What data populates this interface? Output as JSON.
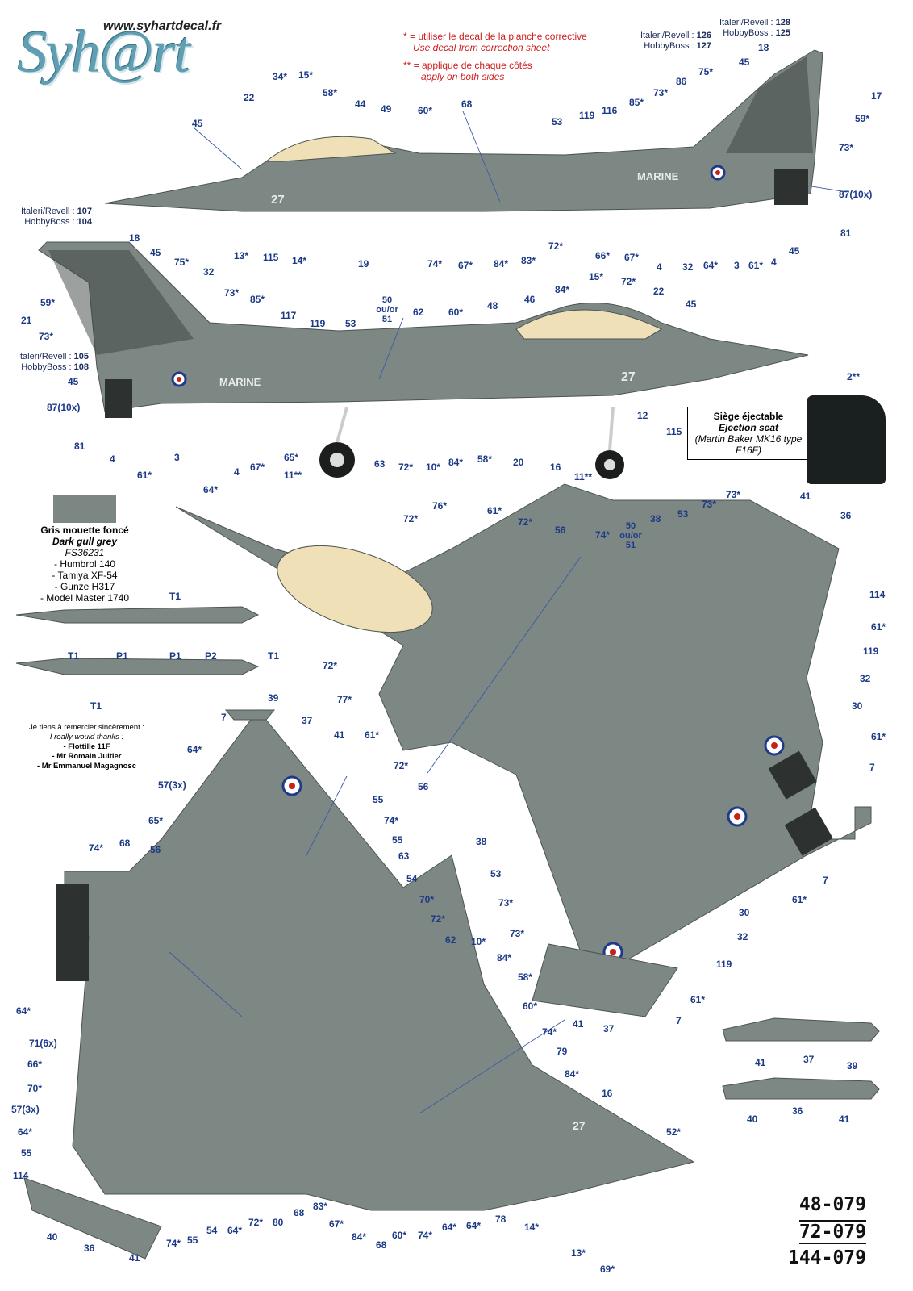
{
  "header": {
    "logo": "Syh@rt",
    "url": "www.syhartdecal.fr",
    "note_correction_fr": "* = utiliser le decal de la planche corrective",
    "note_correction_en": "Use decal from correction sheet",
    "note_both_sides_fr": "** = applique de chaque côtés",
    "note_both_sides_en": "apply on both sides"
  },
  "kit_refs": {
    "top_right_a_label": "Italeri/Revell :",
    "top_right_a_val": "126",
    "top_right_b_label": "HobbyBoss :",
    "top_right_b_val": "127",
    "top_right_c_label": "Italeri/Revell :",
    "top_right_c_val": "128",
    "top_right_d_label": "HobbyBoss :",
    "top_right_d_val": "125",
    "left1_a_label": "Italeri/Revell :",
    "left1_a_val": "107",
    "left1_b_label": "HobbyBoss :",
    "left1_b_val": "104",
    "left2_a_label": "Italeri/Revell :",
    "left2_a_val": "105",
    "left2_b_label": "HobbyBoss :",
    "left2_b_val": "108"
  },
  "ejection_seat": {
    "fr": "Siège éjectable",
    "en": "Ejection seat",
    "detail": "(Martin Baker MK16 type F16F)",
    "callout": "2**"
  },
  "paint": {
    "fr": "Gris mouette foncé",
    "en": "Dark gull grey",
    "fs": "FS36231",
    "items": [
      "- Humbrol 140",
      "- Tamiya XF-54",
      "- Gunze H317",
      "- Model Master 1740"
    ]
  },
  "thanks": {
    "fr": "Je tiens à remercier sincèrement :",
    "en": "I really would thanks :",
    "names": [
      "- Flottille 11F",
      "- Mr Romain Jultier",
      "- Mr Emmanuel Magagnosc"
    ]
  },
  "product_codes": [
    "48-079",
    "72-079",
    "144-079"
  ],
  "aircraft_markings": {
    "marine": "MARINE",
    "number": "27"
  },
  "callouts": {
    "c_34": "34*",
    "c_15": "15*",
    "c_58": "58*",
    "c_22": "22",
    "c_44": "44",
    "c_49": "49",
    "c_60": "60*",
    "c_68": "68",
    "c_45a": "45",
    "c_53": "53",
    "c_119": "119",
    "c_116": "116",
    "c_85": "85*",
    "c_73a": "73*",
    "c_86": "86",
    "c_75a": "75*",
    "c_45b": "45",
    "c_18a": "18",
    "c_17": "17",
    "c_59a": "59*",
    "c_73b": "73*",
    "c_87a": "87(10x)",
    "c_81a": "81",
    "c_45c": "45",
    "c_4a": "4",
    "c_61a": "61*",
    "c_3a": "3",
    "c_64a": "64*",
    "c_32a": "32",
    "c_4b": "4",
    "c_67a": "67*",
    "c_66a": "66*",
    "c_72a": "72*",
    "c_83": "83*",
    "c_84a": "84*",
    "c_67b": "67*",
    "c_74a": "74*",
    "c_19": "19",
    "c_14a": "14*",
    "c_115a": "115",
    "c_13a": "13*",
    "c_18b": "18",
    "c_45d": "45",
    "c_75b": "75*",
    "c_32b": "32",
    "c_73c": "73*",
    "c_85b": "85*",
    "c_117": "117",
    "c_119b": "119",
    "c_53b": "53",
    "c_5051": "50 ou/or 51",
    "c_62": "62",
    "c_60b": "60*",
    "c_48": "48",
    "c_46": "46",
    "c_84b": "84*",
    "c_15b": "15*",
    "c_72b": "72*",
    "c_22b": "22",
    "c_45e": "45",
    "c_21": "21",
    "c_59b": "59*",
    "c_73d": "73*",
    "c_45f": "45",
    "c_87b": "87(10x)",
    "c_81b": "81",
    "c_4c": "4",
    "c_61b": "61*",
    "c_3b": "3",
    "c_64b": "64*",
    "c_4d": "4",
    "c_67c": "67*",
    "c_65": "65*",
    "c_11a": "11**",
    "c_63": "63",
    "c_72c": "72*",
    "c_10": "10*",
    "c_84c": "84*",
    "c_58b": "58*",
    "c_20": "20",
    "c_16": "16",
    "c_11b": "11**",
    "c_12": "12",
    "c_115b": "115",
    "c_t1a": "T1",
    "c_t1b": "T1",
    "c_p1a": "P1",
    "c_p1b": "P1",
    "c_p2": "P2",
    "c_t1c": "T1",
    "c_t1d": "T1",
    "top_72a": "72*",
    "top_76": "76*",
    "top_61a": "61*",
    "top_72b": "72*",
    "top_56": "56",
    "top_74": "74*",
    "top_5051": "50 ou/or 51",
    "top_38": "38",
    "top_53": "53",
    "top_73a": "73*",
    "top_73b": "73*",
    "top_41": "41",
    "top_36": "36",
    "top_114": "114",
    "top_61b": "61*",
    "top_119": "119",
    "top_32": "32",
    "top_30": "30",
    "top_61c": "61*",
    "top_7a": "7",
    "top_72c": "72*",
    "top_77": "77*",
    "top_61d": "61*",
    "top_72d": "72*",
    "top_56b": "56",
    "top_38b": "38",
    "top_53b": "53",
    "top_73c": "73*",
    "top_73d": "73*",
    "top_7b": "7",
    "top_61e": "61*",
    "top_30b": "30",
    "top_32b": "32",
    "top_119b": "119",
    "top_61f": "61*",
    "top_7c": "7",
    "top_41b": "41",
    "top_37": "37",
    "bot_39": "39",
    "bot_37": "37",
    "bot_41": "41",
    "bot_7": "7",
    "bot_64a": "64*",
    "bot_57a": "57(3x)",
    "bot_55a": "55",
    "bot_74a": "74*",
    "bot_65": "65*",
    "bot_55b": "55",
    "bot_74b": "74*",
    "bot_68": "68",
    "bot_56": "56",
    "bot_63": "63",
    "bot_54": "54",
    "bot_70a": "70*",
    "bot_72": "72*",
    "bot_62": "62",
    "bot_10": "10*",
    "bot_84a": "84*",
    "bot_58": "58*",
    "bot_64b": "64*",
    "bot_60a": "60*",
    "bot_74c": "74*",
    "bot_71": "71(6x)",
    "bot_79": "79",
    "bot_66": "66*",
    "bot_84b": "84*",
    "bot_70b": "70*",
    "bot_16": "16",
    "bot_57b": "57(3x)",
    "bot_64c": "64*",
    "bot_52": "52*",
    "bot_55c": "55",
    "bot_114": "114",
    "bot_40": "40",
    "bot_36": "36",
    "bot_41b": "41",
    "bot_74d": "74*",
    "bot_55d": "55",
    "bot_54b": "54",
    "bot_64d": "64*",
    "bot_72b": "72*",
    "bot_80": "80",
    "bot_68b": "68",
    "bot_83": "83*",
    "bot_67": "67*",
    "bot_84c": "84*",
    "bot_68c": "68",
    "bot_60b": "60*",
    "bot_74e": "74*",
    "bot_64e": "64*",
    "bot_64f": "64*",
    "bot_78": "78",
    "bot_14": "14*",
    "bot_13": "13*",
    "bot_69": "69*",
    "tank1_41": "41",
    "tank1_37": "37",
    "tank1_39": "39",
    "tank2_40": "40",
    "tank2_36": "36",
    "tank2_41": "41"
  },
  "colors": {
    "aircraft_grey": "#7d8783",
    "aircraft_dark": "#5e6864",
    "canopy": "#efe0b8",
    "callout_blue": "#1c3a86",
    "roundel_blue": "#1f3a8a",
    "roundel_red": "#c9201f",
    "note_red": "#cc1f1f"
  }
}
